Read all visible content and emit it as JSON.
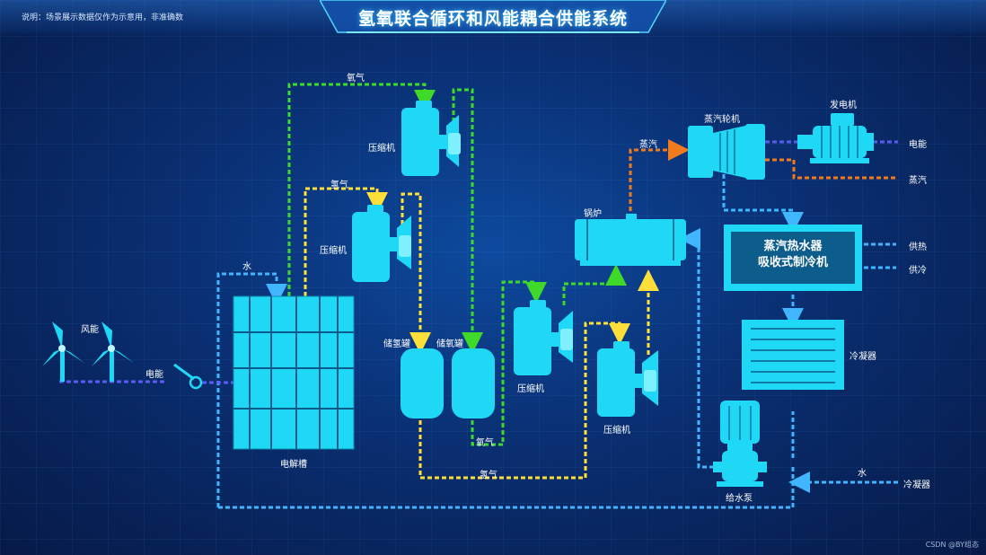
{
  "header": {
    "note": "说明：场景展示数据仅作为示意用，非准确数",
    "title": "氢氧联合循环和风能耦合供能系统"
  },
  "labels": {
    "oxygen_top": "氧气",
    "compressor_1": "压缩机",
    "hydrogen_mid": "氢气",
    "compressor_2": "压缩机",
    "water_left": "水",
    "wind_power": "风能",
    "electric_left": "电能",
    "electrolyzer": "电解槽",
    "hydrogen_tank": "储氢罐",
    "oxygen_tank": "储氧罐",
    "oxygen_low": "氧气",
    "hydrogen_low": "氢气",
    "compressor_3": "压缩机",
    "compressor_4": "压缩机",
    "boiler": "锅炉",
    "steam_left": "蒸汽",
    "steam_turbine": "蒸汽轮机",
    "generator": "发电机",
    "electric_right": "电能",
    "steam_right": "蒸汽",
    "heater_line1": "蒸汽热水器",
    "heater_line2": "吸收式制冷机",
    "heat_supply": "供热",
    "cool_supply": "供冷",
    "condenser": "冷凝器",
    "feed_pump": "给水泵",
    "water_right": "水",
    "condenser_right": "冷凝器"
  },
  "credit": "CSDN @BY组态",
  "colors": {
    "equipment": "#1fd8f5",
    "water_line": "#3fb6ff",
    "oxygen_line": "#3fd92a",
    "hydrogen_line": "#ffe03a",
    "steam_line": "#f07b1e",
    "power_line": "#5b5bf0"
  }
}
